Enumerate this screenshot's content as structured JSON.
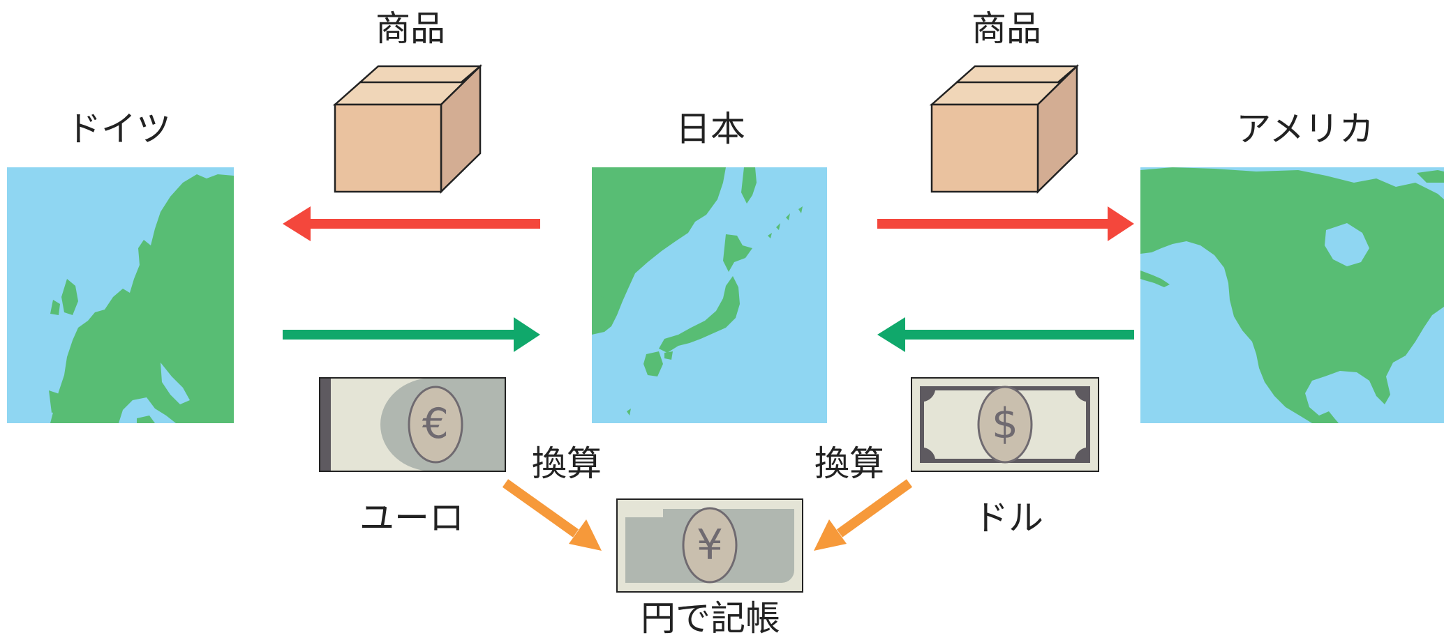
{
  "labels": {
    "germany": "ドイツ",
    "japan": "日本",
    "america": "アメリカ",
    "goods_left": "商品",
    "goods_right": "商品",
    "convert_left": "換算",
    "convert_right": "換算",
    "euro": "ユーロ",
    "dollar": "ドル",
    "yen_booking": "円で記帳"
  },
  "currency_symbols": {
    "euro": "€",
    "dollar": "$",
    "yen": "¥"
  },
  "colors": {
    "map_sea": "#8fd6f2",
    "map_land": "#58bd74",
    "arrow_goods": "#f4473c",
    "arrow_money": "#10a86b",
    "arrow_convert": "#f6993a",
    "box_front": "#eac29f",
    "box_top": "#f0d6b8",
    "box_side": "#d3ad93",
    "bill_base": "#e4e4d6",
    "bill_accent": "#b0b7b0",
    "bill_dark": "#5e5a60"
  },
  "icons": [
    "germany-map-icon",
    "japan-map-icon",
    "america-map-icon",
    "cardboard-box-icon",
    "euro-bill-icon",
    "dollar-bill-icon",
    "yen-bill-icon"
  ]
}
